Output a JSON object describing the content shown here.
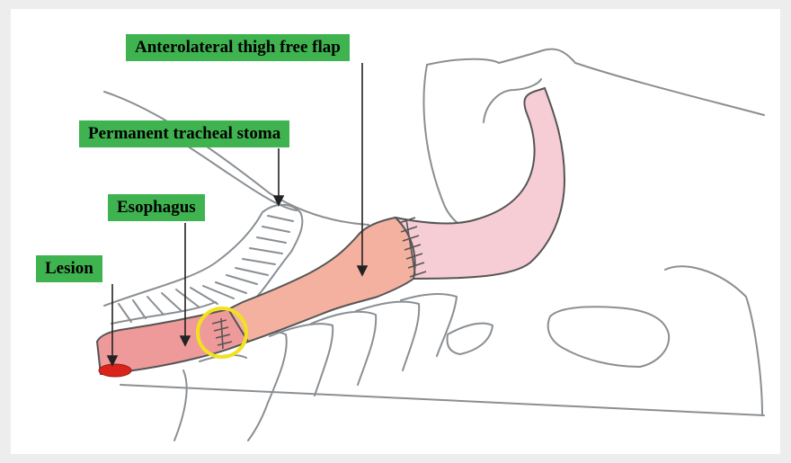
{
  "labels": {
    "flap": "Anterolateral thigh free flap",
    "stoma": "Permanent tracheal stoma",
    "esophagus": "Esophagus",
    "lesion": "Lesion"
  },
  "colors": {
    "label_bg": "#3fb34f",
    "outline": "#8a8f93",
    "flap_upper": "#f6cdd5",
    "flap_lower": "#f4b1a0",
    "esophagus": "#ef9a9a",
    "lesion": "#d9241b",
    "anastomosis_ring": "#f2e21b"
  }
}
